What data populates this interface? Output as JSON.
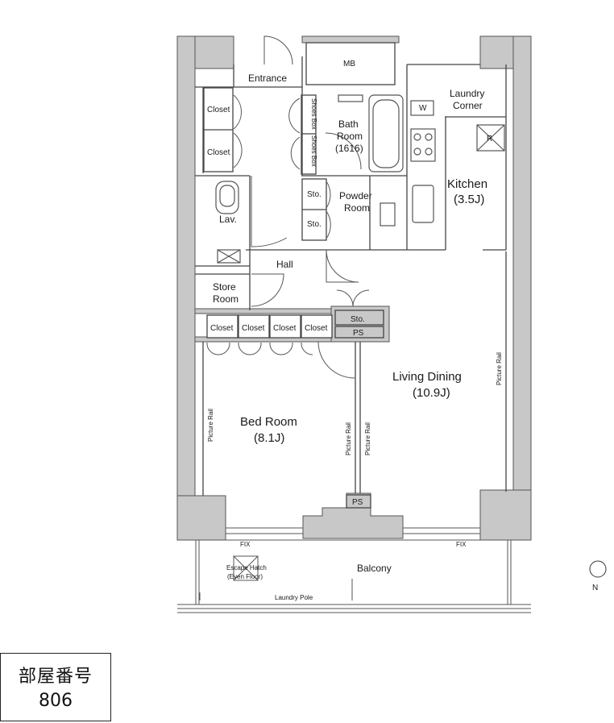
{
  "plan": {
    "rooms": {
      "mb": "MB",
      "entrance": "Entrance",
      "laundry_1": "Laundry",
      "laundry_2": "Corner",
      "washer": "W",
      "closet_a": "Closet",
      "closet_b": "Closet",
      "shoes_box_1": "Shoes Box",
      "shoes_box_2": "Shoes Box",
      "bath_1": "Bath",
      "bath_2": "Room",
      "bath_3": "(1616)",
      "fridge": "R",
      "kitchen_1": "Kitchen",
      "kitchen_2": "(3.5J)",
      "sto_1": "Sto.",
      "sto_2": "Sto.",
      "powder_1": "Powder",
      "powder_2": "Room",
      "lav": "Lav.",
      "hall": "Hall",
      "store_1": "Store",
      "store_2": "Room",
      "closet_1": "Closet",
      "closet_2": "Closet",
      "closet_3": "Closet",
      "closet_4": "Closet",
      "sto_3": "Sto.",
      "ps_1": "PS",
      "living_1": "Living Dining",
      "living_2": "(10.9J)",
      "bed_1": "Bed Room",
      "bed_2": "(8.1J)",
      "rail_bed_left": "Picture Rail",
      "rail_bed_right": "Picture Rail",
      "rail_living_left": "Picture Rail",
      "rail_living_right": "Picture Rail",
      "ps_2": "PS",
      "fix_1": "FIX",
      "fix_2": "FIX",
      "escape_1": "Escape Hatch",
      "escape_2": "(Even Floor)",
      "balcony": "Balcony",
      "laundry_pole": "Laundry Pole",
      "north": "N"
    },
    "colors": {
      "wall": "#c8c8c8",
      "line": "#444444"
    }
  },
  "room_number": {
    "title": "部屋番号",
    "number": "806"
  }
}
